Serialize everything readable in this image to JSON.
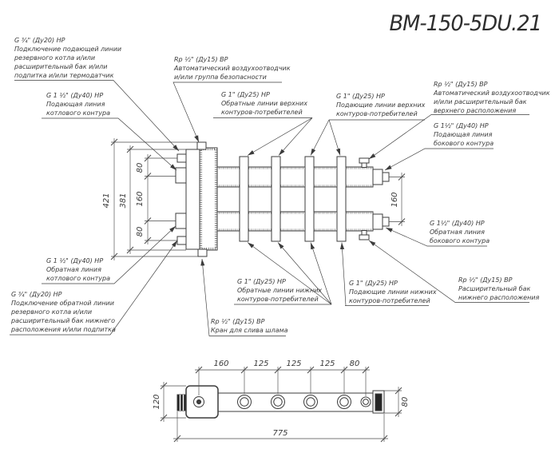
{
  "title": "BM-150-5DU.21",
  "annotations": {
    "reserve_supply": {
      "lines": [
        "G ¾\" (Ду20) НР",
        "Подключение подающей линии",
        "резервного котла и/или",
        "расширительный бак и/или",
        "подпитка и/или термодатчик"
      ]
    },
    "boiler_supply": {
      "lines": [
        "G 1 ½\" (Ду40) НР",
        "Подающая линия",
        "котлового контура"
      ]
    },
    "air_vent": {
      "lines": [
        "Rp ½\" (Ду15) ВР",
        "Автоматический воздухоотводчик",
        "и/или группа безопасности"
      ]
    },
    "upper_returns": {
      "lines": [
        "G 1\" (Ду25) НР",
        "Обратные линии верхних",
        "контуров-потребителей"
      ]
    },
    "upper_supplies": {
      "lines": [
        "G 1\" (Ду25) НР",
        "Подающие линии верхних",
        "контуров-потребителей"
      ]
    },
    "air_vent_right": {
      "lines": [
        "Rp ½\" (Ду15) ВР",
        "Автоматический воздухоотводчик",
        "и/или расширительный бак",
        "верхнего расположения"
      ]
    },
    "side_supply": {
      "lines": [
        "G 1½\" (Ду40) НР",
        "Подающая линия",
        "бокового контура"
      ]
    },
    "side_return": {
      "lines": [
        "G 1½\" (Ду40) НР",
        "Обратная линия",
        "бокового контура"
      ]
    },
    "boiler_return": {
      "lines": [
        "G 1 ½\" (Ду40) НР",
        "Обратная линия",
        "котлового контура"
      ]
    },
    "reserve_return": {
      "lines": [
        "G ¾\" (Ду20) НР",
        "Подключение обратной линии",
        "резервного котла и/или",
        "расширительный бак нижнего",
        "расположения и/или подпитка"
      ]
    },
    "drain": {
      "lines": [
        "Rp ½\" (Ду15) ВР",
        "Кран для слива шлама"
      ]
    },
    "lower_returns": {
      "lines": [
        "G 1\" (Ду25) НР",
        "Обратные линии нижних",
        "контуров-потребителей"
      ]
    },
    "lower_supplies": {
      "lines": [
        "G 1\" (Ду25) НР",
        "Подающие линии нижних",
        "контуров-потребителей"
      ]
    },
    "exp_tank_lower": {
      "lines": [
        "Rp ½\" (Ду15) ВР",
        "Расширительный бак",
        "нижнего расположения"
      ]
    }
  },
  "dimensions": {
    "front": {
      "overall_height": "421",
      "body_height": "381",
      "top_offset": "80",
      "mid_spacing": "160",
      "bottom_offset": "80",
      "side_spacing": "160"
    },
    "plan": {
      "port_spacings": [
        "160",
        "125",
        "125",
        "125",
        "80"
      ],
      "overall_length": "775",
      "body_width": "120",
      "end_width": "80"
    }
  },
  "colors": {
    "line": "#3c3c3c",
    "background": "#ffffff"
  }
}
